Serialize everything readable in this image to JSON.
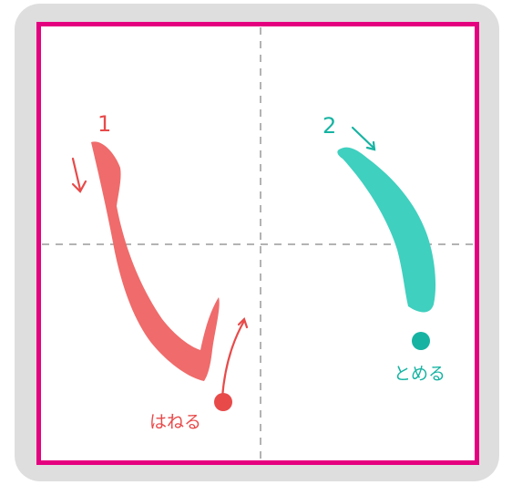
{
  "strokes": [
    {
      "number": "1",
      "direction": "down",
      "ending": "はねる",
      "color": "#f06b6b",
      "arrow_color": "#e84a4a"
    },
    {
      "number": "2",
      "direction": "down-right",
      "ending": "とめる",
      "color": "#3fd0bf",
      "arrow_color": "#16b3a2"
    }
  ],
  "colors": {
    "frame": "#dedede",
    "border": "#e4007f",
    "guide": "#9a9a9a"
  }
}
